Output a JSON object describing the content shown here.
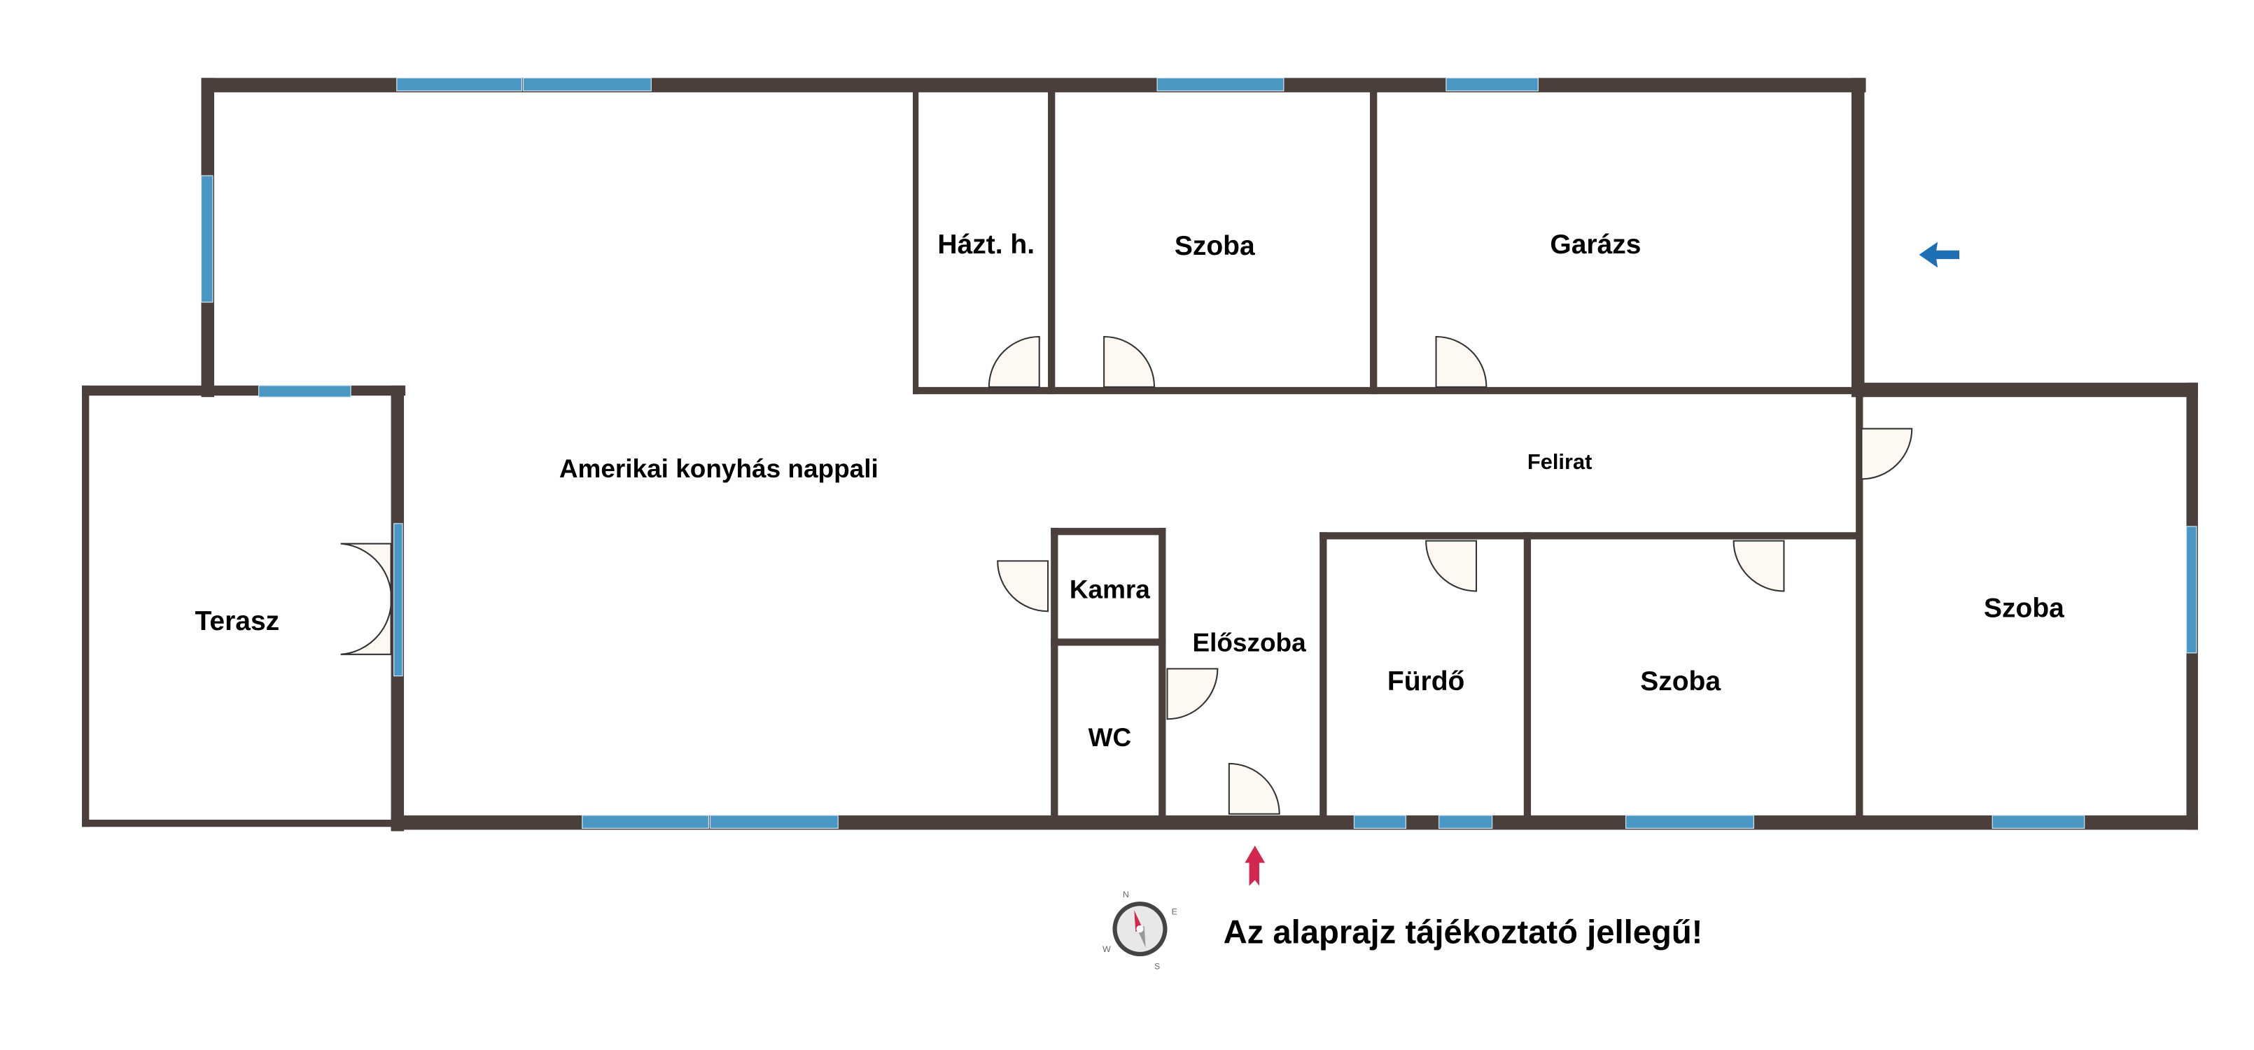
{
  "rooms": {
    "hazt": "Házt. h.",
    "szoba_top": "Szoba",
    "garazs": "Garázs",
    "nappali": "Amerikai konyhás nappali",
    "felirat": "Felirat",
    "terasz": "Terasz",
    "kamra": "Kamra",
    "eloszoba": "Előszoba",
    "wc": "WC",
    "furdo": "Fürdő",
    "szoba_mid": "Szoba",
    "szoba_right": "Szoba"
  },
  "note": "Az alaprajz tájékoztató jellegű!",
  "compass": {
    "n": "N",
    "e": "E",
    "s": "S",
    "w": "W"
  },
  "colors": {
    "wall": "#4a3f3a",
    "window": "#4b97c4",
    "entry_arrow": "#d0284f",
    "garage_arrow": "#1f6fb5"
  }
}
